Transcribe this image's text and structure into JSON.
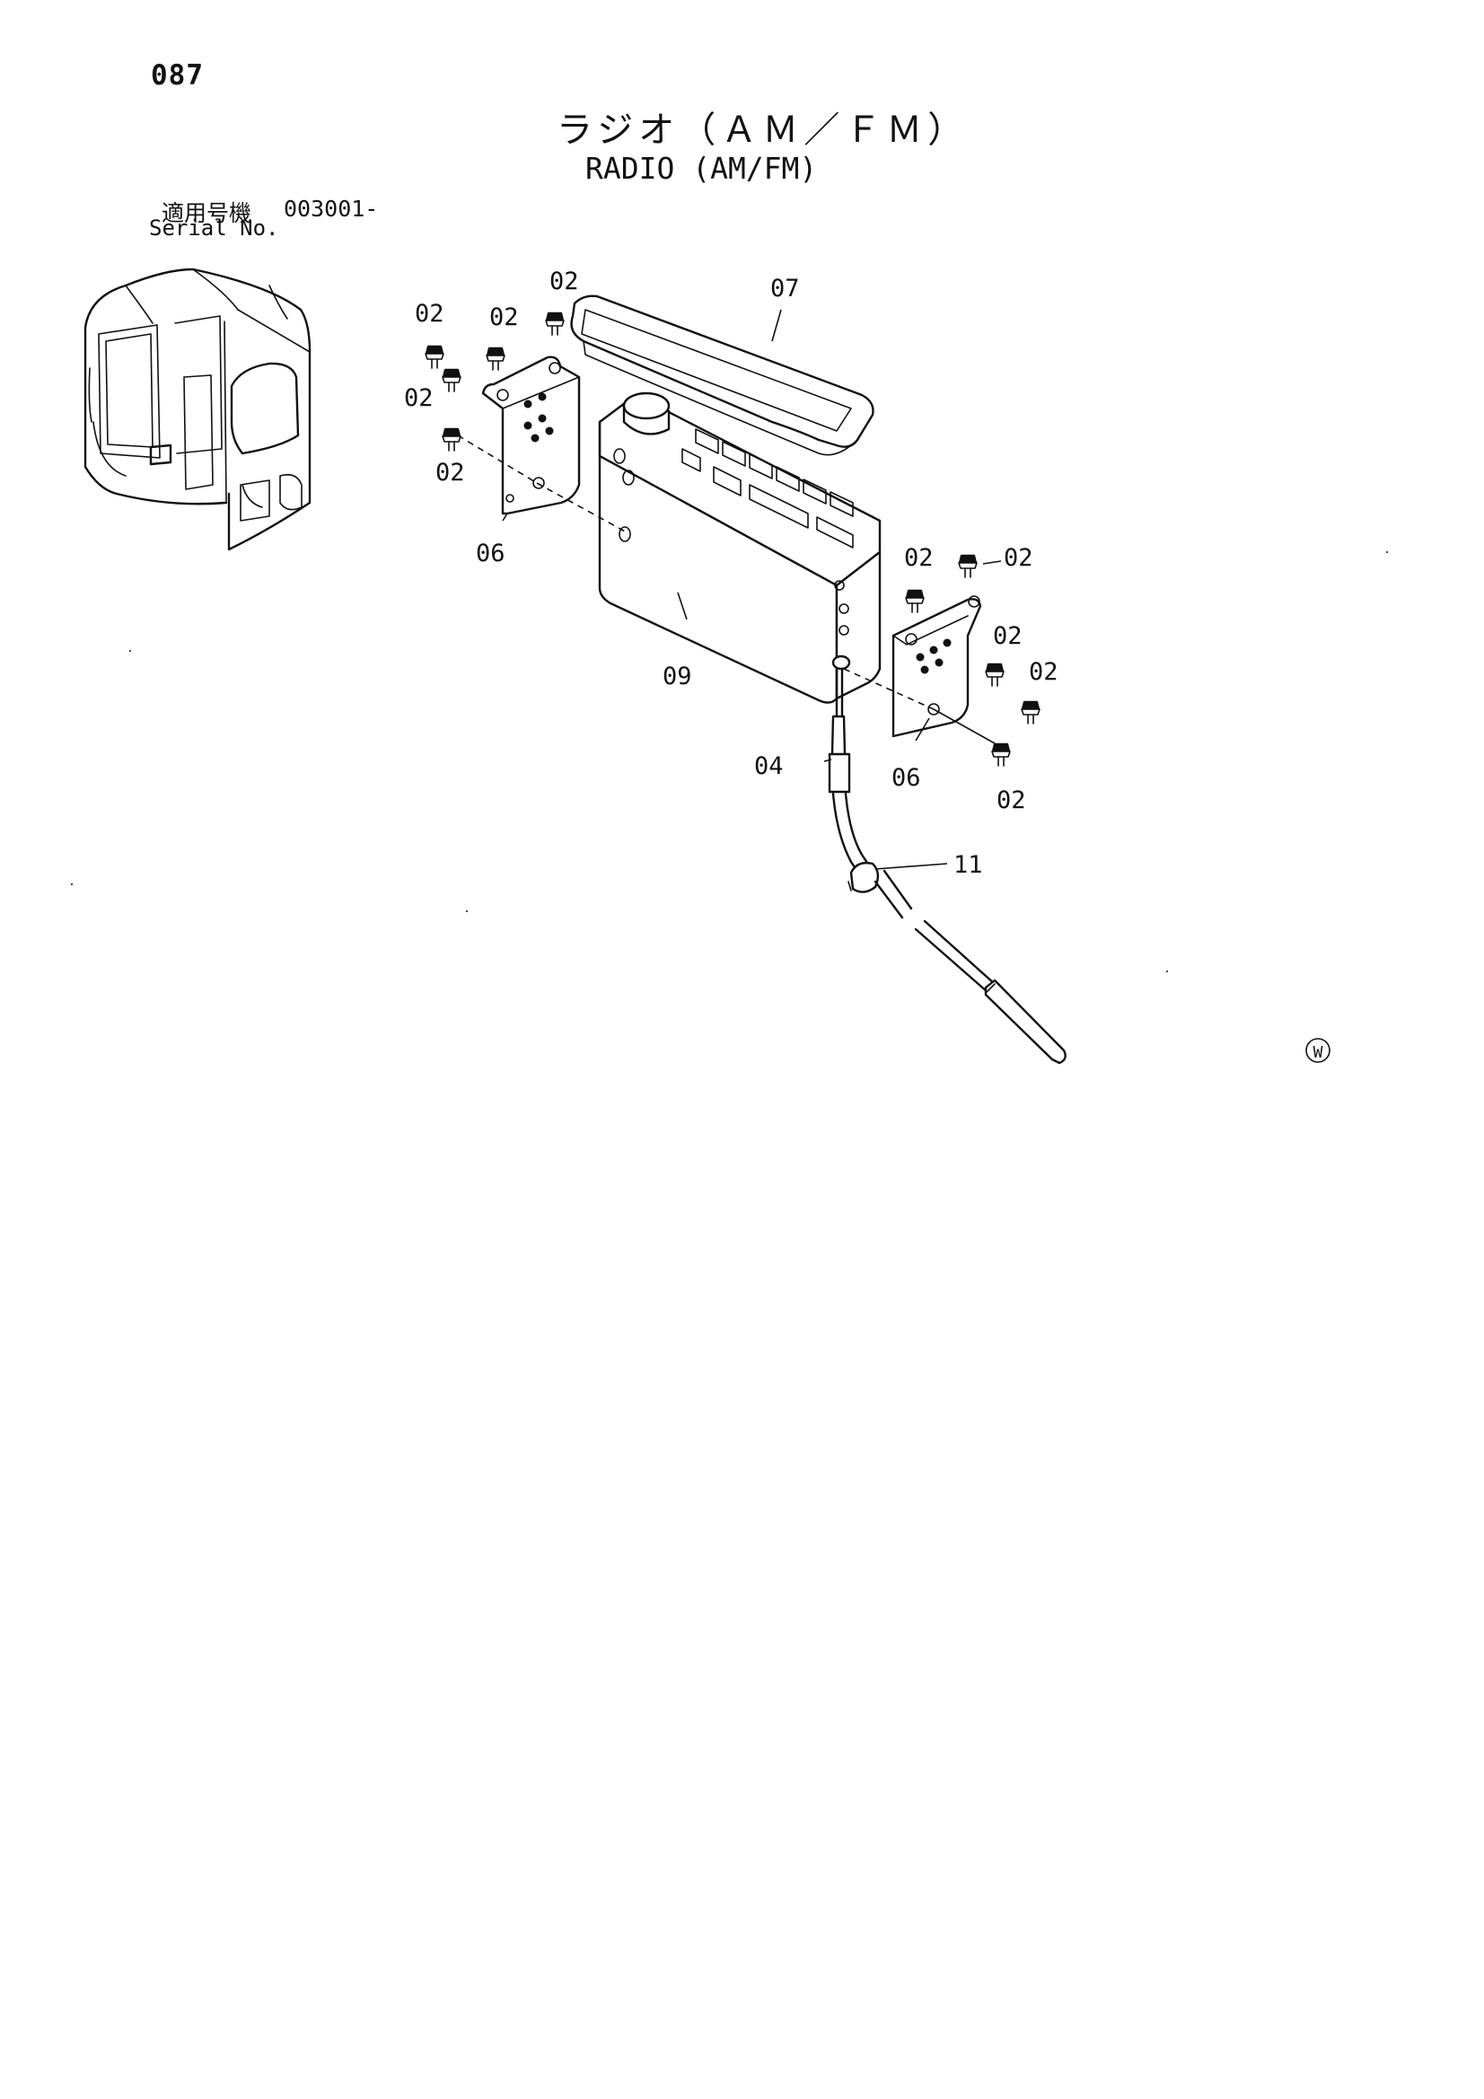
{
  "page": {
    "number": "087",
    "title_jp": "ラジオ（ＡＭ／ＦＭ）",
    "title_en": "RADIO (AM/FM)",
    "serial": {
      "label_jp": "適用号機",
      "value": "003001-",
      "label_en": "Serial No."
    }
  },
  "callouts": {
    "c02_a": "02",
    "c02_b": "02",
    "c02_c": "02",
    "c02_d": "02",
    "c02_e": "02",
    "c02_f": "02",
    "c02_g": "02",
    "c02_h": "02",
    "c02_i": "02",
    "c02_j": "02",
    "c04": "04",
    "c06_left": "06",
    "c06_right": "06",
    "c07": "07",
    "c09": "09",
    "c11": "11"
  },
  "marker": "W"
}
